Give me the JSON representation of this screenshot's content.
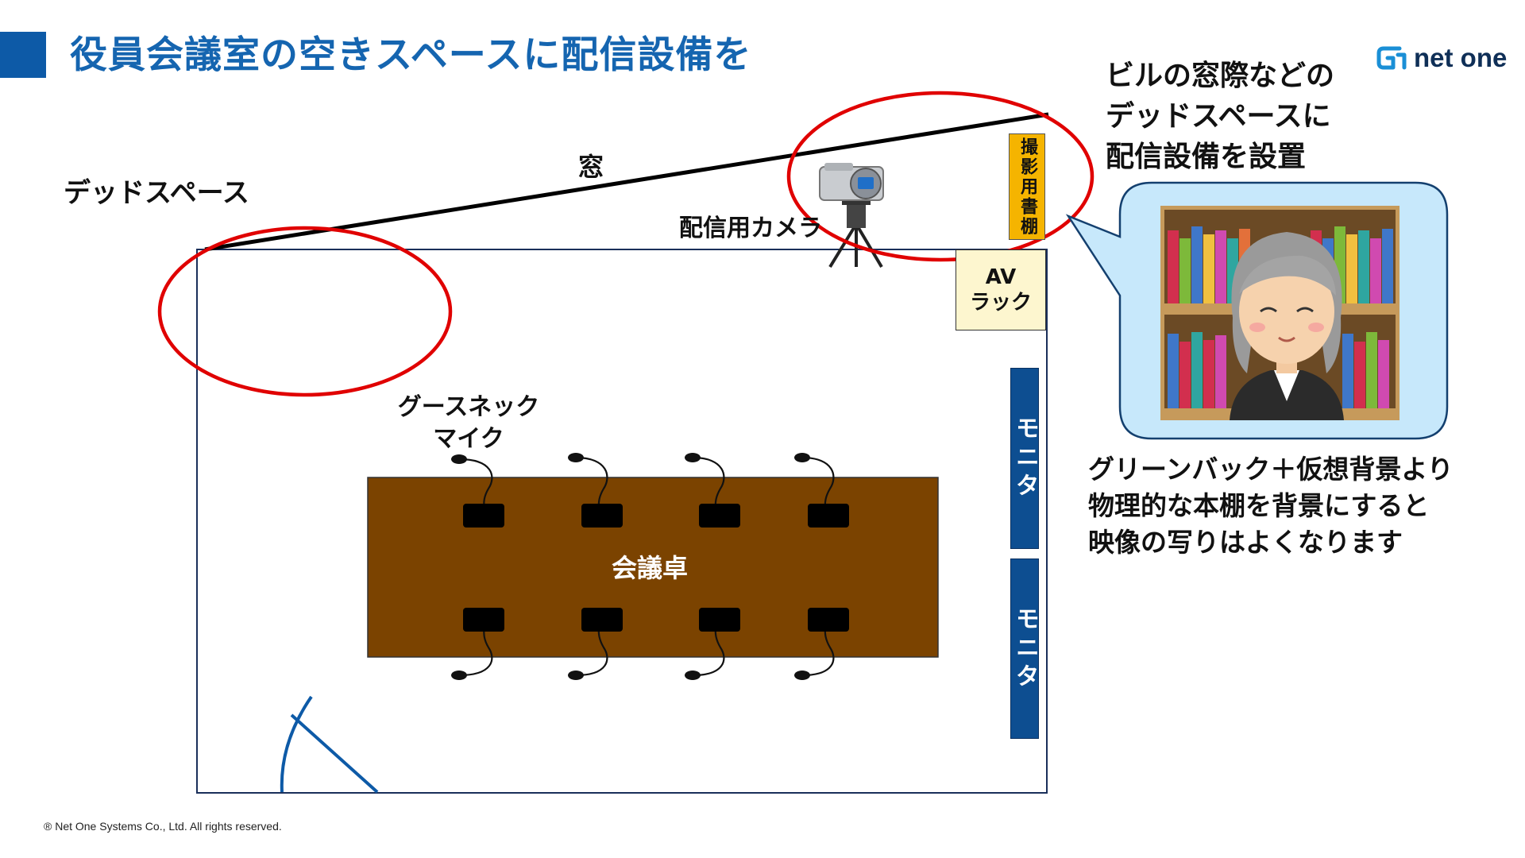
{
  "header": {
    "title": "役員会議室の空きスペースに配信設備を",
    "logo_text": "net one",
    "accent_color": "#0d5aa7"
  },
  "diagram": {
    "dead_space_label": "デッドスペース",
    "window_label": "窓",
    "camera_label": "配信用カメラ",
    "bookshelf_label": "撮影用書棚",
    "av_rack_lines": [
      "AV",
      "ラック"
    ],
    "mic_label_lines": [
      "グースネック",
      "マイク"
    ],
    "table_label": "会議卓",
    "monitor_labels": [
      "モニタ",
      "モニタ"
    ],
    "table_color": "#7b4300",
    "highlight_color": "#e00000",
    "monitor_color": "#0d4e91",
    "bookshelf_color": "#f5b400"
  },
  "callout": {
    "title_lines": [
      "ビルの窓際などの",
      "デッドスペースに",
      "配信設備を設置"
    ],
    "note_lines": [
      "グリーンバック＋仮想背景より",
      "物理的な本棚を背景にすると",
      "映像の写りはよくなります"
    ],
    "bubble_color": "#c7e8fb"
  },
  "footer": {
    "copyright": "® Net One Systems Co., Ltd. All rights reserved."
  }
}
